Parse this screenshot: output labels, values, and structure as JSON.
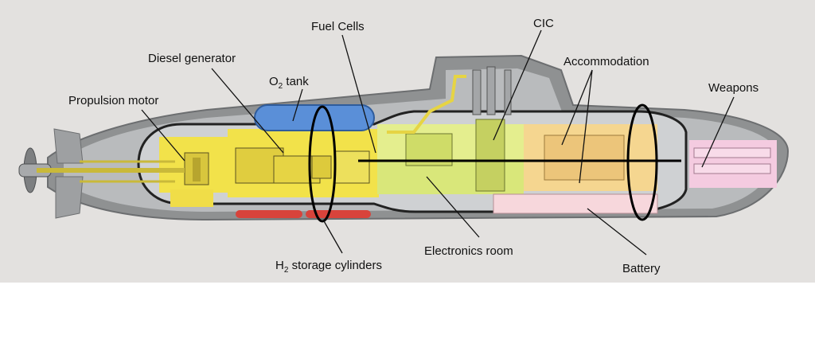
{
  "labels": {
    "fuel_cells": "Fuel Cells",
    "cic": "CIC",
    "diesel_generator": "Diesel generator",
    "accommodation": "Accommodation",
    "o2_tank_pre": "O",
    "o2_tank_sub": "2",
    "o2_tank_post": " tank",
    "weapons": "Weapons",
    "propulsion_motor": "Propulsion motor",
    "h2_storage_pre": "H",
    "h2_storage_sub": "2",
    "h2_storage_post": " storage cylinders",
    "electronics_room": "Electronics room",
    "battery": "Battery"
  },
  "colors": {
    "background_page": "#e3e1df",
    "hull_outer": "#8f9192",
    "hull_inner": "#b9bbbd",
    "pressure_hull": "#cfd1d3",
    "propulsion_zone": "#f2e24a",
    "fuel_cell_zone": "#e4ee8e",
    "accommodation_zone": "#f5d690",
    "o2_tank": "#5a8fd8",
    "h2_cylinders": "#d8433b",
    "battery_zone": "#f7d7dc",
    "weapons_zone": "#f4cbe0",
    "marker_lines": "#000000"
  }
}
